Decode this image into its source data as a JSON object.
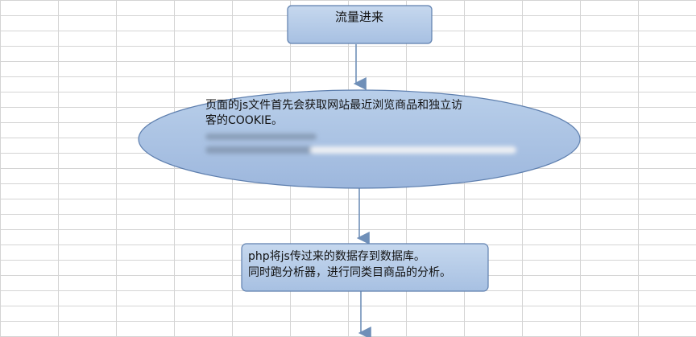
{
  "diagram": {
    "nodes": [
      {
        "id": "top",
        "label_lines": [
          "流量进来"
        ]
      },
      {
        "id": "middle",
        "label_lines": [
          "页面的js文件首先会获取网站最近浏览商品和独立访",
          "客的COOKIE。"
        ]
      },
      {
        "id": "bottom",
        "label_lines": [
          "php将js传过来的数据存到数据库。",
          "同时跑分析器，进行同类目商品的分析。"
        ]
      }
    ],
    "colors": {
      "box_fill_top": "#c6d8ee",
      "box_fill_bottom": "#a7c0e2",
      "box_stroke": "#5e7fae",
      "ellipse_fill_top": "#b9cfea",
      "ellipse_fill_bottom": "#9db7dd",
      "arrow": "#6f8fb8",
      "grid": "#d4d4d4"
    }
  }
}
